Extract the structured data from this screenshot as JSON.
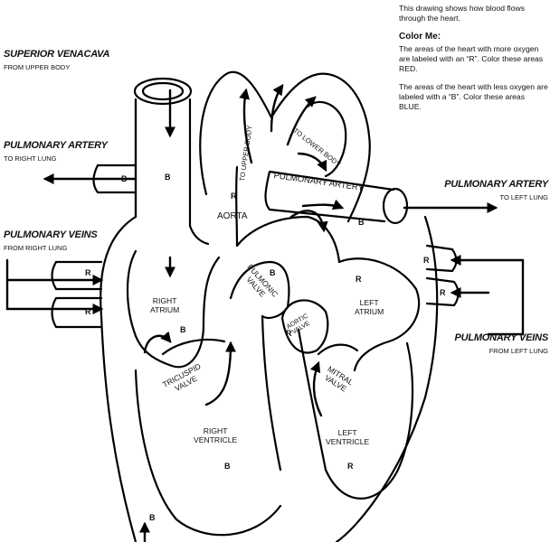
{
  "intro": {
    "description": "This drawing shows how blood flows through the heart.",
    "color_title": "Color Me:",
    "red_instructions": "The areas of the heart with more oxygen are labeled with an “R”. Color these areas RED.",
    "blue_instructions": "The areas of the heart with less oxygen are labeled with a “B”. Color these areas BLUE."
  },
  "labels": {
    "superior_venacava": "SUPERIOR VENACAVA",
    "from_upper_body": "FROM UPPER BODY",
    "pulmonary_artery_left_side": "PULMONARY ARTERY",
    "to_right_lung": "TO RIGHT LUNG",
    "pulmonary_veins_left_side": "PULMONARY VEINS",
    "from_right_lung": "FROM RIGHT LUNG",
    "pulmonary_artery_right_side": "PULMONARY ARTERY",
    "to_left_lung": "TO LEFT LUNG",
    "pulmonary_veins_right_side": "PULMONARY VEINS",
    "from_left_lung": "FROM LEFT LUNG",
    "pulmonary_artery_trunk": "PULMONARY ARTERY",
    "aorta": "AORTA",
    "to_upper_body": "TO UPPER BODY",
    "to_lower_body": "TO LOWER BODY",
    "right_atrium": [
      "RIGHT",
      "ATRIUM"
    ],
    "left_atrium": [
      "LEFT",
      "ATRIUM"
    ],
    "pulmonic_valve": [
      "PULMONIC",
      "VALVE"
    ],
    "aortic_valve": [
      "AORTIC",
      "VALVE"
    ],
    "tricuspid_valve": [
      "TRICUSPID",
      "VALVE"
    ],
    "mitral_valve": [
      "MITRAL",
      "VALVE"
    ],
    "right_ventricle": [
      "RIGHT",
      "VENTRICLE"
    ],
    "left_ventricle": [
      "LEFT",
      "VENTRICLE"
    ]
  },
  "letters": {
    "svc": "B",
    "right_lung_artery": "B",
    "aorta_region": "R",
    "pulmonary_artery_left_end": "B",
    "right_pulm_vein_upper": "R",
    "right_pulm_vein_lower": "R",
    "left_pulm_vein_upper": "R",
    "left_pulm_vein_lower": "R",
    "right_atrium": "B",
    "pulmonic_valve": "B",
    "left_atrium": "R",
    "aortic_valve": "R",
    "right_ventricle": "B",
    "left_ventricle": "R",
    "inferior_venacava": "B"
  }
}
